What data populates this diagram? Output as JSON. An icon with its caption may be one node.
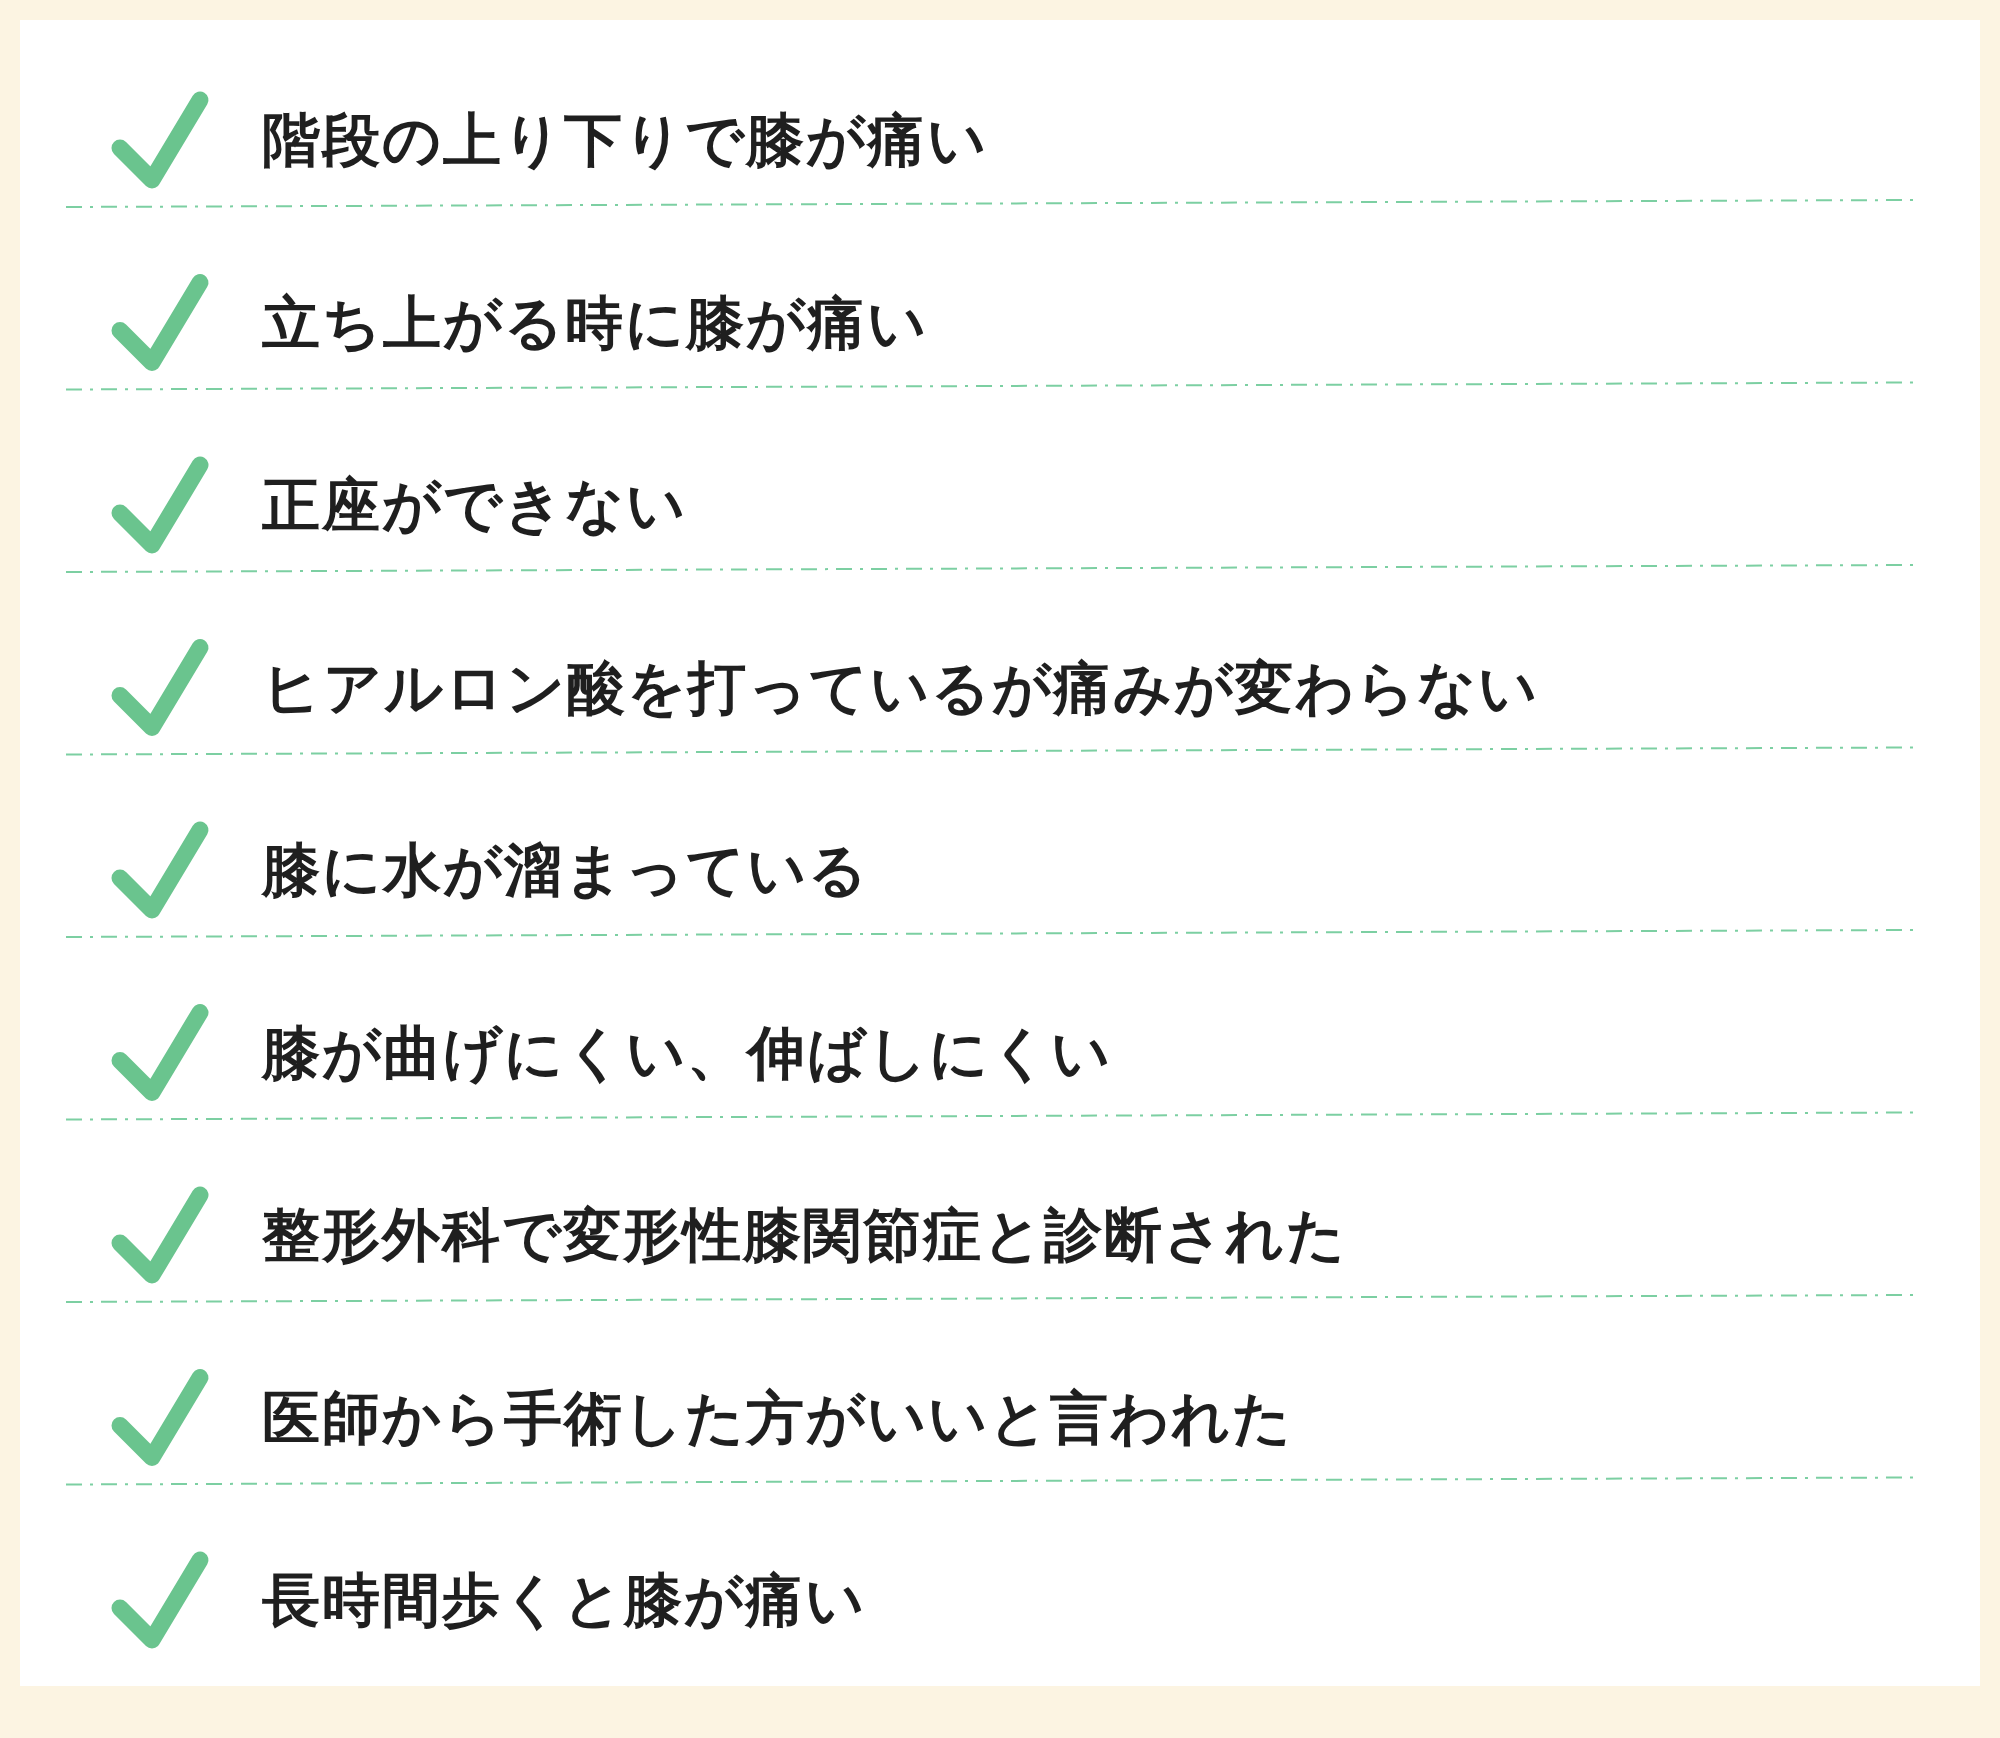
{
  "diagram": {
    "labels": [
      "階段の上り下りで膝が痛い",
      "立ち上がる時に膝が痛い",
      "正座ができない",
      "ヒアルロン酸を打っているが痛みが変わらない",
      "膝に水が溜まっている",
      "膝が曲げにくい、伸ばしにくい",
      "整形外科で変形性膝関節症と診断された",
      "医師から手術した方がいいと言われた",
      "長時間歩くと膝が痛い"
    ]
  }
}
